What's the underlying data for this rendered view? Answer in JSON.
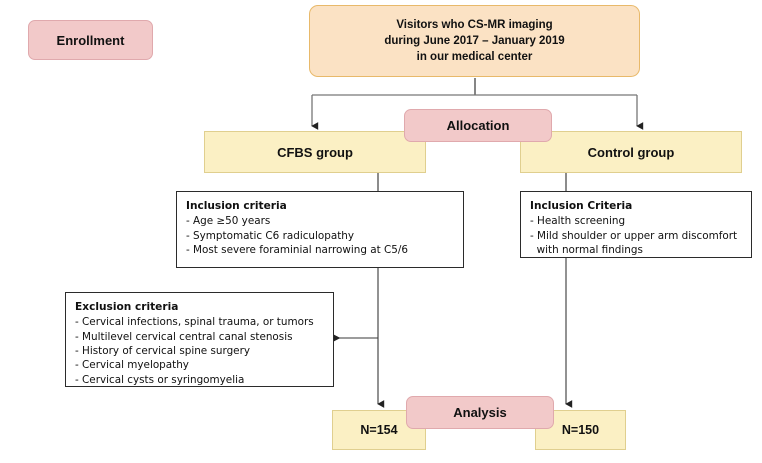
{
  "diagram": {
    "title": "CONSORT-style participant flow diagram",
    "colors": {
      "stage_pill_fill": "#f2c9c9",
      "stage_pill_border": "#e0a9ad",
      "source_fill": "#fbe2c4",
      "source_border": "#e8b96a",
      "group_fill": "#fbf0c4",
      "group_border": "#e0cf8f",
      "criteria_fill": "#ffffff",
      "criteria_border": "#2b2b2b",
      "connector": "#3a3a3a",
      "background": "#ffffff"
    }
  },
  "stages": {
    "enrollment": "Enrollment",
    "allocation": "Allocation",
    "analysis": "Analysis"
  },
  "source": {
    "line1": "Visitors who CS-MR imaging",
    "line2": "during June 2017 – January 2019",
    "line3": "in our medical center"
  },
  "groups": {
    "left": {
      "label": "CFBS group"
    },
    "right": {
      "label": "Control group"
    }
  },
  "inclusion_left": {
    "title": "Inclusion criteria",
    "items": [
      "- Age ≥50 years",
      "- Symptomatic C6 radiculopathy",
      "- Most severe foraminial narrowing at C5/6"
    ]
  },
  "inclusion_right": {
    "title": "Inclusion Criteria",
    "items": [
      "- Health screening",
      "- Mild shoulder or upper arm discomfort",
      "  with normal findings"
    ]
  },
  "exclusion": {
    "title": "Exclusion criteria",
    "items": [
      "- Cervical infections, spinal trauma, or tumors",
      "- Multilevel cervical central canal stenosis",
      "- History of cervical spine surgery",
      "- Cervical myelopathy",
      "- Cervical cysts or syringomyelia"
    ]
  },
  "counts": {
    "left": "N=154",
    "right": "N=150"
  }
}
